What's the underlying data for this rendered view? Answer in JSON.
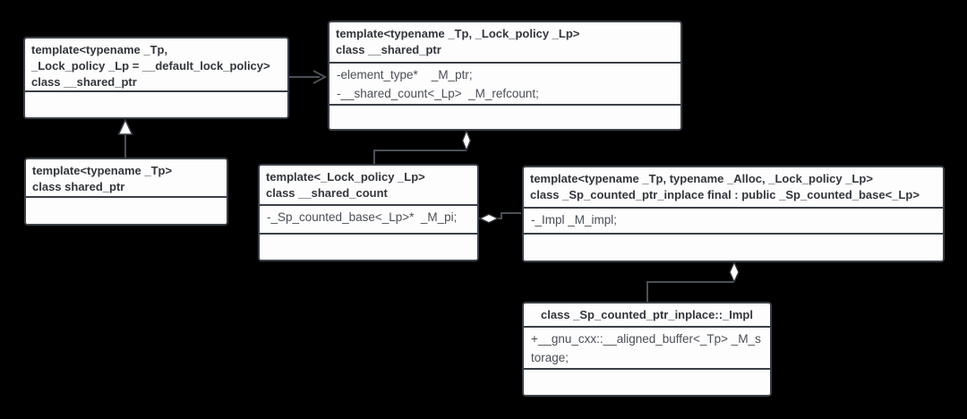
{
  "colors": {
    "background": "#000000",
    "box_fill": "#fdfdfd",
    "box_border": "#3b4048",
    "title_text": "#33363c",
    "member_text": "#4a4e55",
    "connector_line": "#4a4f57",
    "marker_fill": "#ffffff"
  },
  "classes": [
    {
      "name": "__shared_ptr primary template",
      "title": "template<typename _Tp,\n_Lock_policy _Lp = __default_lock_policy>\nclass __shared_ptr",
      "members": []
    },
    {
      "name": "__shared_ptr specialization",
      "title": "template<typename _Tp, _Lock_policy _Lp>\nclass __shared_ptr",
      "members": [
        "-element_type*    _M_ptr;",
        "-__shared_count<_Lp>  _M_refcount;"
      ]
    },
    {
      "name": "shared_ptr",
      "title": "template<typename _Tp>\nclass shared_ptr",
      "members": []
    },
    {
      "name": "__shared_count",
      "title": "template<_Lock_policy _Lp>\nclass __shared_count",
      "members": [
        "-_Sp_counted_base<_Lp>*  _M_pi;"
      ]
    },
    {
      "name": "_Sp_counted_ptr_inplace",
      "title": "template<typename _Tp, typename _Alloc, _Lock_policy _Lp>\nclass _Sp_counted_ptr_inplace final : public _Sp_counted_base<_Lp>",
      "members": [
        "-_Impl _M_impl;"
      ]
    },
    {
      "name": "_Impl",
      "title": "class _Sp_counted_ptr_inplace::_Impl",
      "members": [
        "+__gnu_cxx::__aligned_buffer<_Tp> _M_storage;"
      ]
    }
  ],
  "relationships": [
    {
      "type": "association",
      "from": "__shared_ptr primary template",
      "to": "__shared_ptr specialization",
      "marker": "open-arrow"
    },
    {
      "type": "inheritance",
      "from": "shared_ptr",
      "to": "__shared_ptr primary template",
      "marker": "hollow-triangle"
    },
    {
      "type": "composition",
      "owner": "__shared_ptr specialization",
      "part": "__shared_count",
      "marker": "diamond"
    },
    {
      "type": "composition",
      "owner": "__shared_count",
      "part": "_Sp_counted_ptr_inplace",
      "marker": "diamond"
    },
    {
      "type": "composition",
      "owner": "_Sp_counted_ptr_inplace",
      "part": "_Impl",
      "marker": "diamond"
    }
  ]
}
